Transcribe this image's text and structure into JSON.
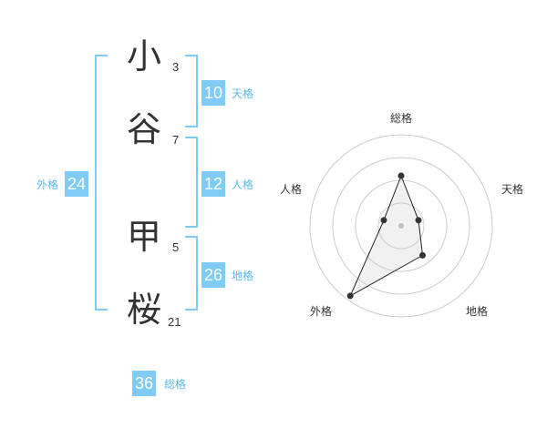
{
  "name_chars": [
    {
      "char": "小",
      "strokes": "3"
    },
    {
      "char": "谷",
      "strokes": "7"
    },
    {
      "char": "甲",
      "strokes": "5"
    },
    {
      "char": "桜",
      "strokes": "21"
    }
  ],
  "kaku": {
    "tenkaku": {
      "value": "10",
      "label": "天格"
    },
    "jinkaku": {
      "value": "12",
      "label": "人格"
    },
    "chikaku": {
      "value": "26",
      "label": "地格"
    },
    "gaikaku": {
      "value": "24",
      "label": "外格"
    },
    "soukaku": {
      "value": "36",
      "label": "総格"
    }
  },
  "colors": {
    "accent": "#7fcbf5",
    "accent_text": "#5bb8e8",
    "text": "#333333",
    "grid": "#cccccc"
  },
  "chart_data": {
    "type": "radar",
    "axes": [
      "総格",
      "天格",
      "地格",
      "外格",
      "人格"
    ],
    "rings": 4,
    "values": [
      2.2,
      0.8,
      1.6,
      3.8,
      0.8
    ],
    "max": 4
  }
}
